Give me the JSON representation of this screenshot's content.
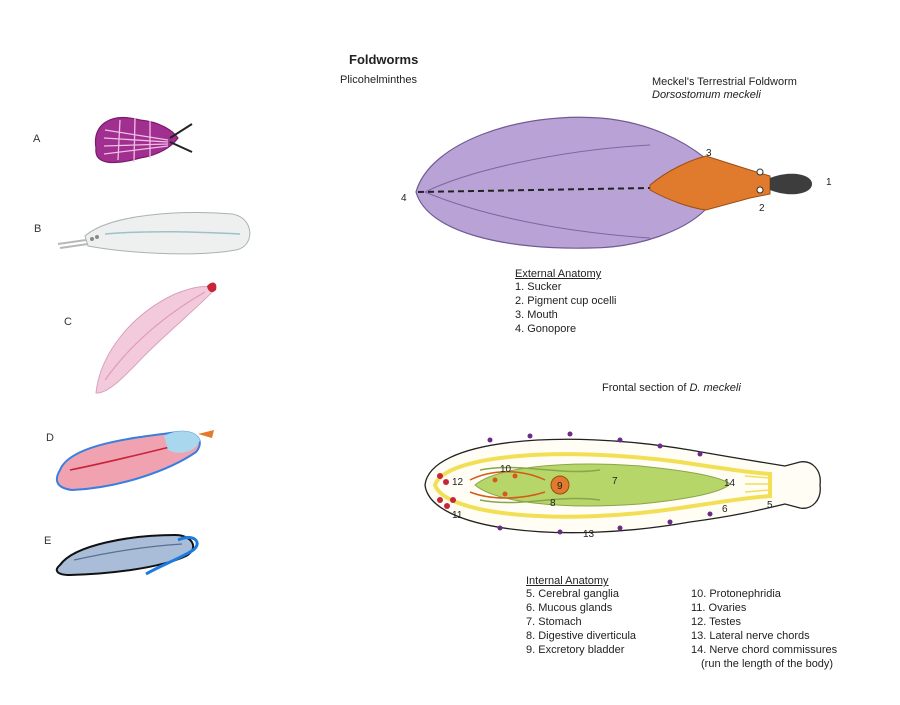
{
  "header": {
    "title": "Foldworms",
    "subtitle": "Plicohelminthes"
  },
  "species": {
    "common_name": "Meckel's Terrestrial Foldworm",
    "scientific_name": "Dorsostomum meckeli"
  },
  "side_labels": [
    "A",
    "B",
    "C",
    "D",
    "E"
  ],
  "external": {
    "heading": "External Anatomy",
    "items": [
      "1. Sucker",
      "2. Pigment cup ocelli",
      "3.  Mouth",
      "4. Gonopore"
    ],
    "markers": [
      "1",
      "2",
      "3",
      "4"
    ]
  },
  "section": {
    "caption_prefix": "Frontal section of ",
    "caption_italic": "D. meckeli"
  },
  "internal": {
    "heading": "Internal Anatomy",
    "items_left": [
      "5. Cerebral ganglia",
      "6. Mucous glands",
      "7. Stomach",
      "8. Digestive diverticula",
      "9. Excretory bladder"
    ],
    "items_right": [
      "10. Protonephridia",
      "11. Ovaries",
      "12. Testes",
      "13. Lateral nerve chords",
      "14. Nerve chord commissures",
      "(run the length of the body)"
    ],
    "markers": [
      "5",
      "6",
      "7",
      "8",
      "9",
      "10",
      "11",
      "12",
      "13",
      "14"
    ]
  },
  "colors": {
    "body_purple": "#b9a3d6",
    "head_orange": "#e07a2c",
    "gut_green": "#b7d66a",
    "nerve_yellow": "#f2df56",
    "organ_red": "#c8243a",
    "gland_purple": "#6c2b86"
  }
}
